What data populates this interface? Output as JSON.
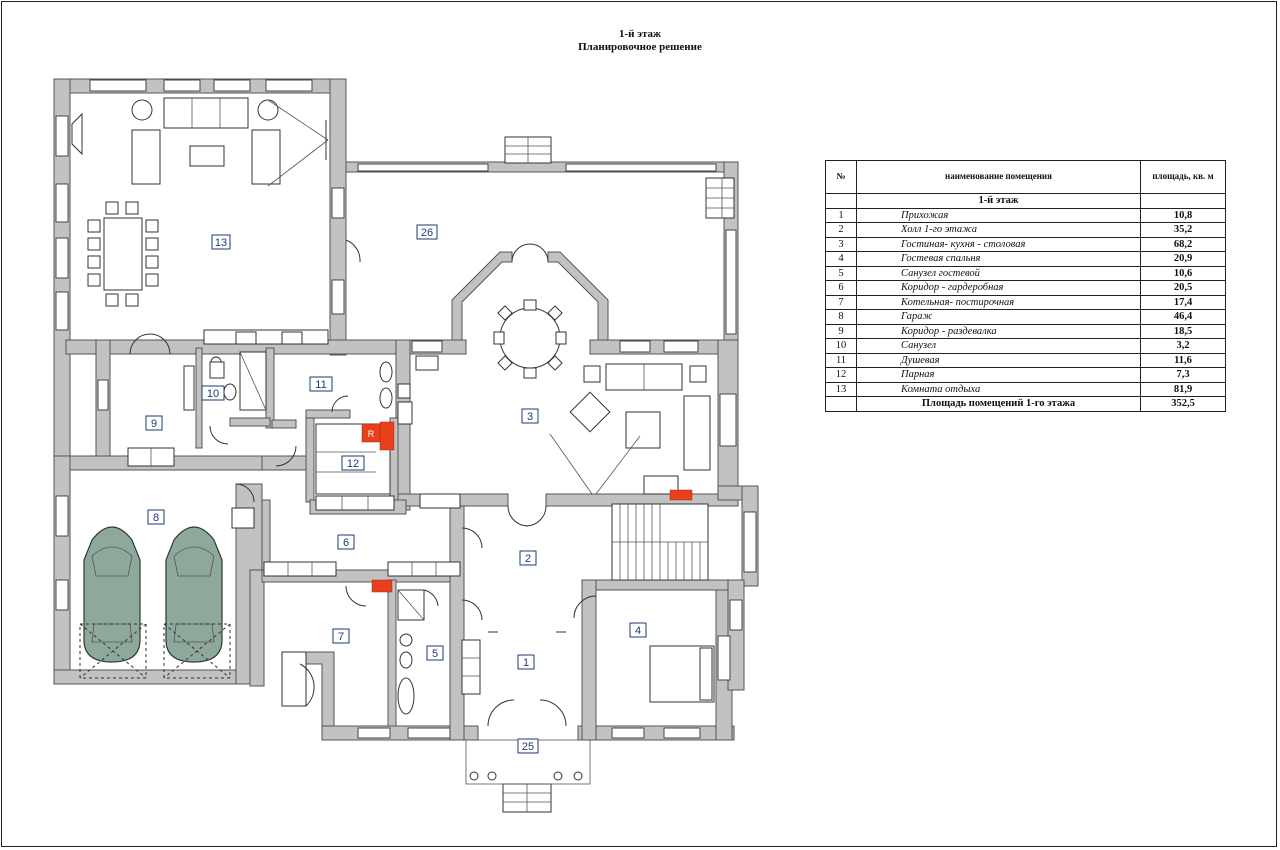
{
  "header": {
    "floor_title": "1-й этаж",
    "subtitle": "Планировочное решение"
  },
  "plan": {
    "room_labels": [
      "13",
      "26",
      "3",
      "9",
      "10",
      "11",
      "12",
      "8",
      "6",
      "2",
      "4",
      "7",
      "5",
      "1",
      "25"
    ],
    "fixture_letter": "R"
  },
  "table": {
    "col_num": "№",
    "col_name": "наименование помещения",
    "col_area": "площадь, кв. м",
    "section": "1-й этаж",
    "rows": [
      {
        "num": "1",
        "name": "Прихожая",
        "area": "10,8"
      },
      {
        "num": "2",
        "name": "Холл 1-го этажа",
        "area": "35,2"
      },
      {
        "num": "3",
        "name": "Гостиная- кухня - столовая",
        "area": "68,2"
      },
      {
        "num": "4",
        "name": "Гостевая спальня",
        "area": "20,9"
      },
      {
        "num": "5",
        "name": "Санузел гостевой",
        "area": "10,6"
      },
      {
        "num": "6",
        "name": "Коридор - гардеробная",
        "area": "20,5"
      },
      {
        "num": "7",
        "name": "Котельная- постирочная",
        "area": "17,4"
      },
      {
        "num": "8",
        "name": "Гараж",
        "area": "46,4"
      },
      {
        "num": "9",
        "name": "Коридор - раздевалка",
        "area": "18,5"
      },
      {
        "num": "10",
        "name": "Санузел",
        "area": "3,2"
      },
      {
        "num": "11",
        "name": "Душевая",
        "area": "11,6"
      },
      {
        "num": "12",
        "name": "Парная",
        "area": "7,3"
      },
      {
        "num": "13",
        "name": "Комната отдыха",
        "area": "81,9"
      }
    ],
    "total_label": "Площадь помещений 1-го этажа",
    "total_value": "352,5"
  },
  "colors": {
    "wall": "#c2c2c2",
    "wall_outline": "#555555",
    "label_blue": "#1d3a7a",
    "car": "#8fa89c",
    "radiator": "#e8401c"
  }
}
